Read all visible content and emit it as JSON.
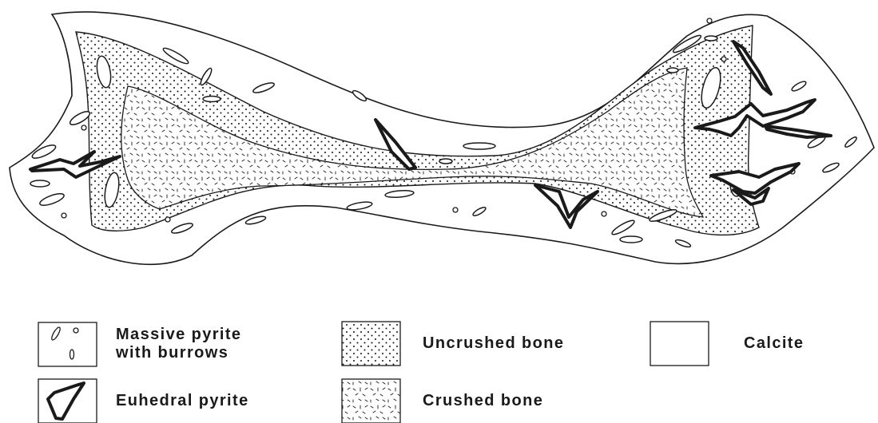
{
  "diagram": {
    "subject": "cross-section of pyritized bone",
    "colors": {
      "ink": "#1a1a1a",
      "paper": "#ffffff"
    },
    "legend": [
      {
        "key": "massive_pyrite",
        "lines": [
          "Massive pyrite",
          "with burrows"
        ],
        "swatch": "pyrite-burrows"
      },
      {
        "key": "euhedral_pyrite",
        "lines": [
          "Euhedral pyrite"
        ],
        "swatch": "euhedral-crystal"
      },
      {
        "key": "uncrushed_bone",
        "lines": [
          "Uncrushed bone"
        ],
        "swatch": "stipple"
      },
      {
        "key": "crushed_bone",
        "lines": [
          "Crushed bone"
        ],
        "swatch": "dashes"
      },
      {
        "key": "calcite",
        "lines": [
          "Calcite"
        ],
        "swatch": "blank"
      }
    ]
  }
}
